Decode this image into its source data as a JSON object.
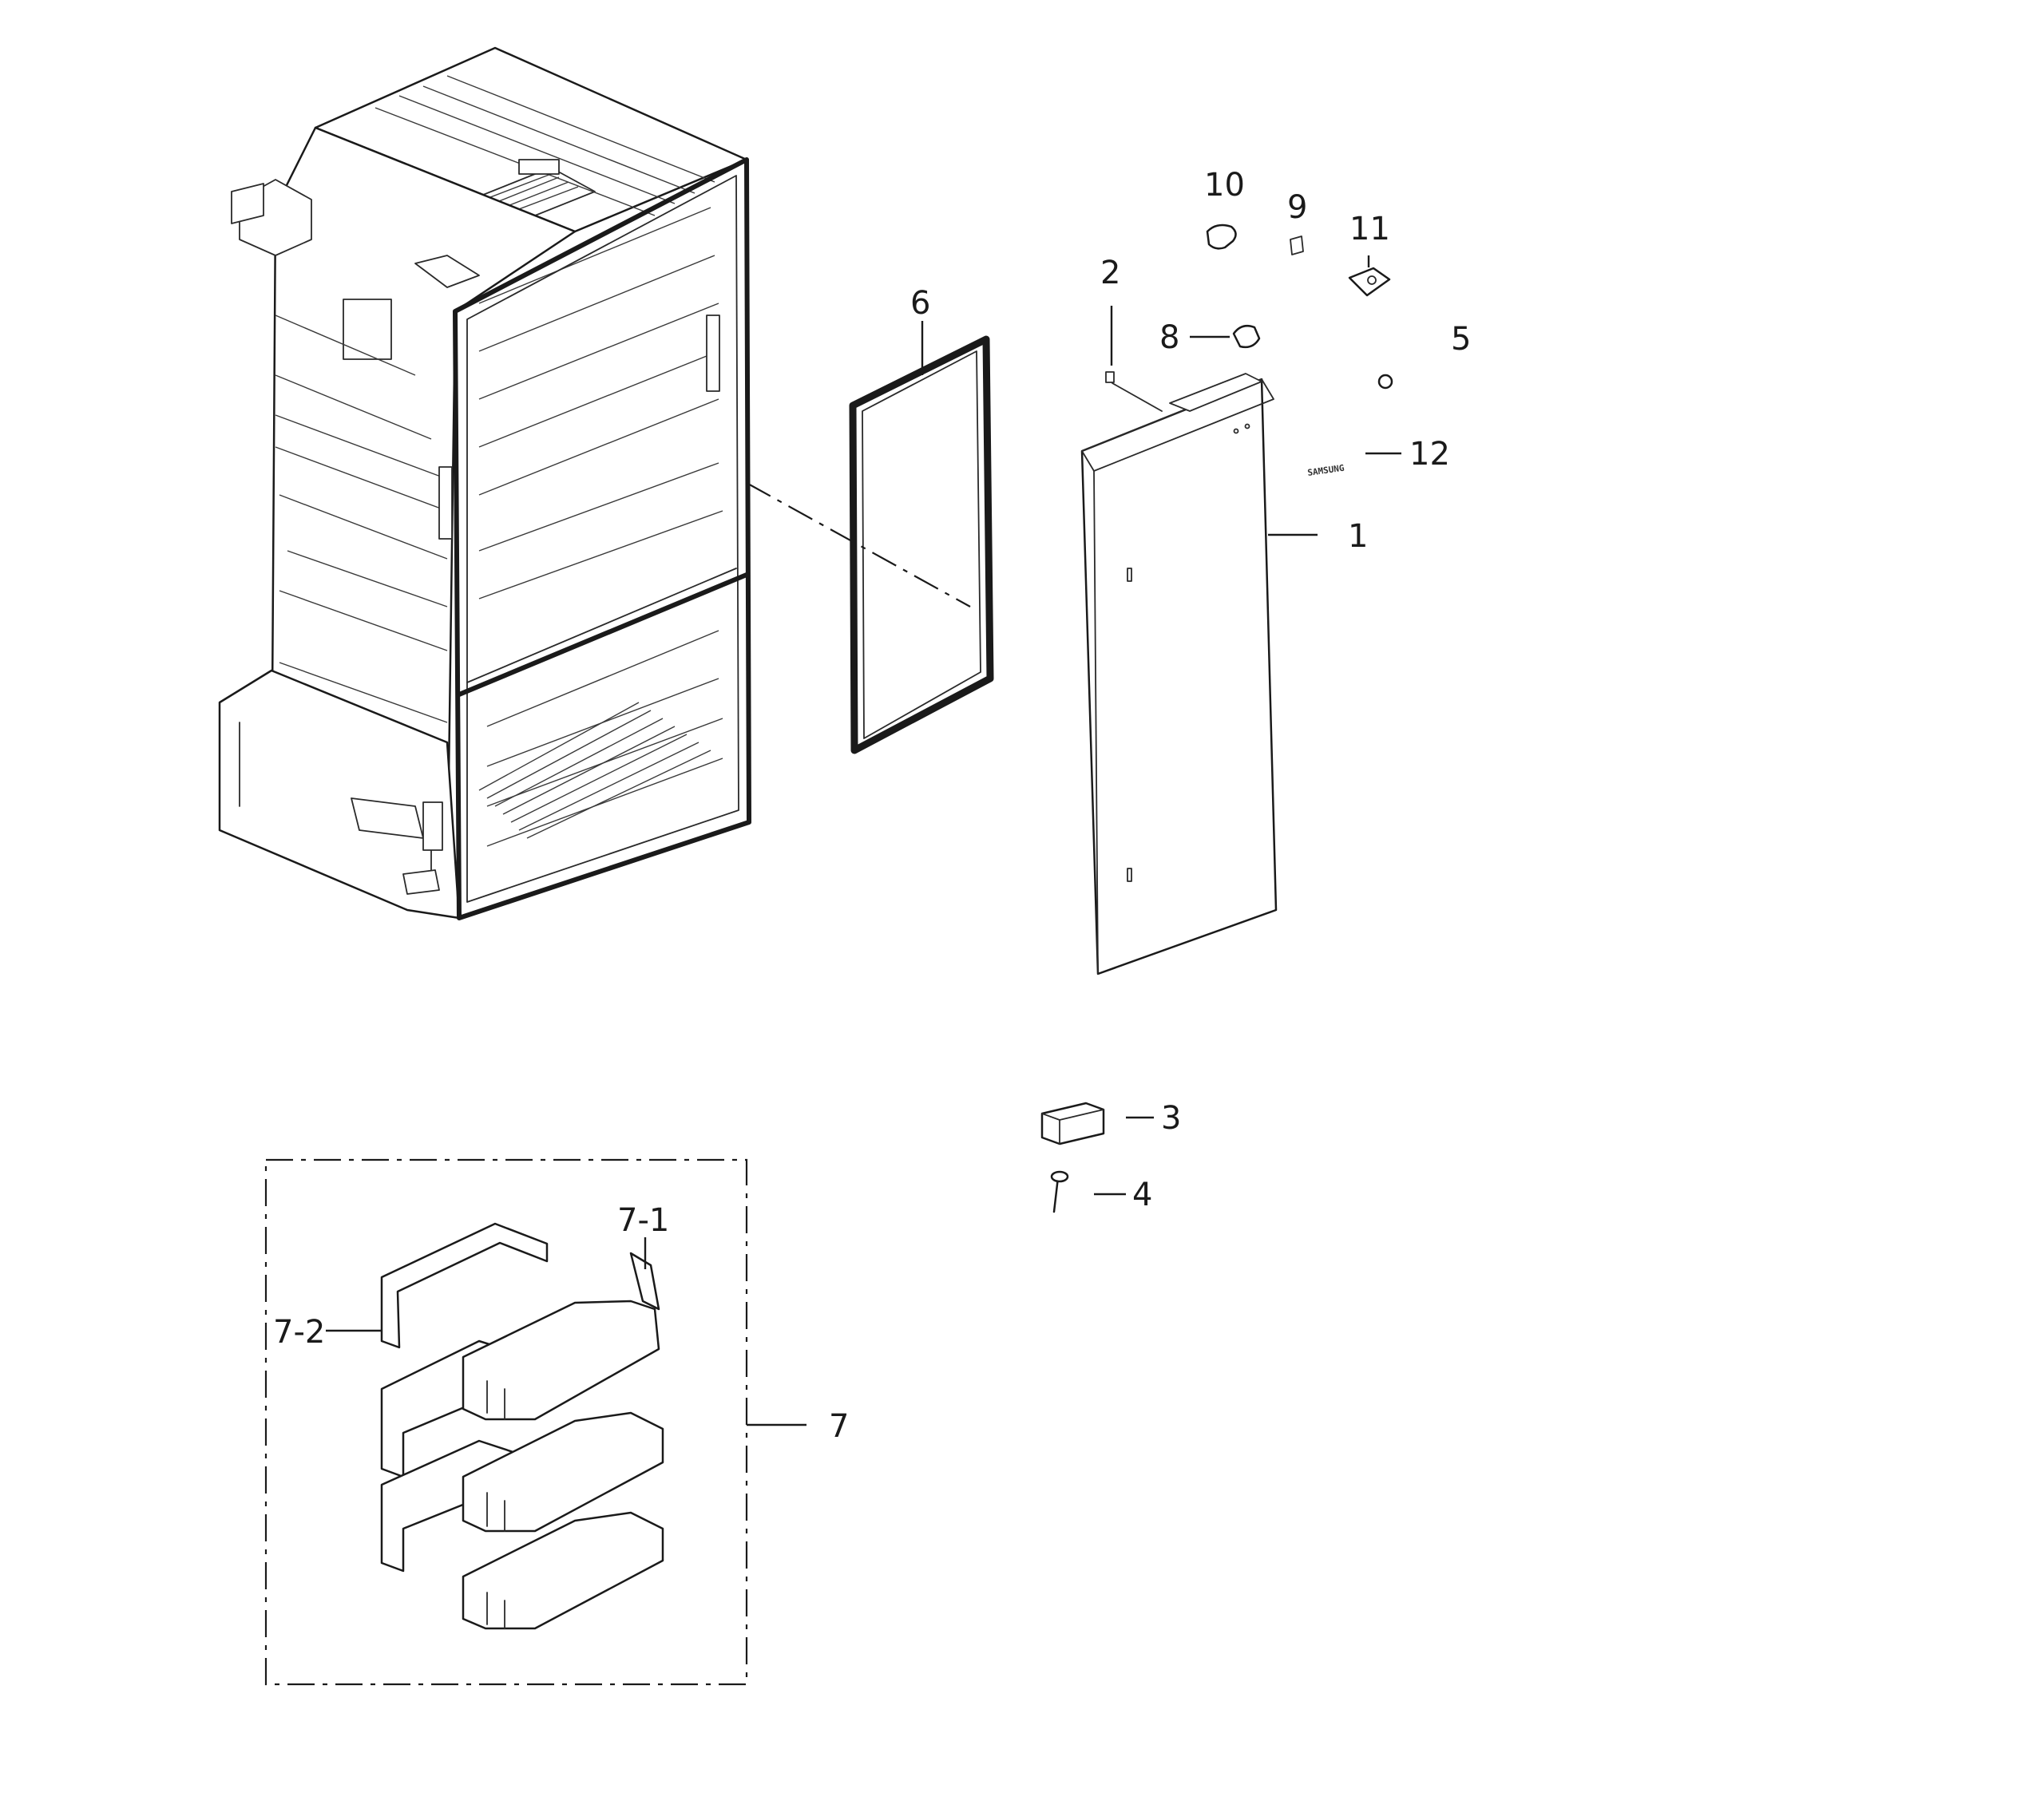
{
  "callouts": {
    "c1": "1",
    "c2": "2",
    "c3": "3",
    "c4": "4",
    "c5": "5",
    "c6": "6",
    "c7": "7",
    "c7_1": "7-1",
    "c7_2": "7-2",
    "c8": "8",
    "c9": "9",
    "c10": "10",
    "c11": "11",
    "c12": "12"
  },
  "emblem_text": "SAMSUNG"
}
